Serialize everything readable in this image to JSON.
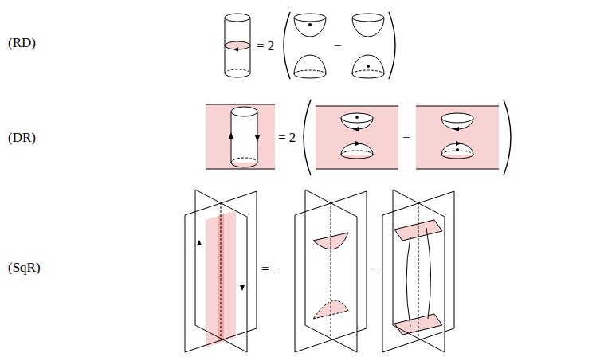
{
  "diagram": {
    "labels": [
      "(RD)",
      "= 2",
      "−",
      "(DR)",
      "= 2",
      "−",
      "(SqR)",
      "= −",
      "−"
    ]
  }
}
